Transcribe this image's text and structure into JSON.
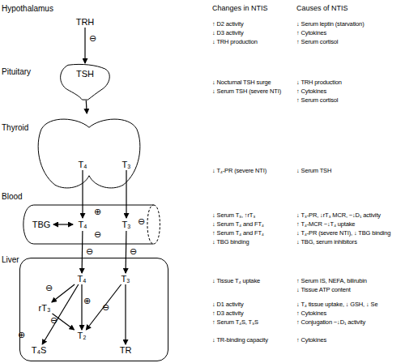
{
  "diagram": {
    "nodes": [
      {
        "text": [
          "TRH"
        ]
      },
      {
        "text": [
          "TSH"
        ]
      },
      {
        "text": []
      },
      {
        "text": [
          "T₄"
        ],
        "in": 2
      },
      {
        "text": [
          "T₃"
        ],
        "in": 2
      },
      {
        "text": []
      },
      {
        "text": [
          "TBG"
        ],
        "in": 5
      },
      {
        "text": [
          "T₄"
        ],
        "in": 5
      },
      {
        "text": [
          "T₃"
        ],
        "in": 5
      },
      {
        "text": []
      },
      {
        "text": [
          "T₄"
        ],
        "in": 9
      },
      {
        "text": [
          "T₃"
        ],
        "in": 9
      },
      {
        "text": [
          "rT₃"
        ],
        "in": 9
      },
      {
        "text": [
          "T₂"
        ],
        "in": 9
      },
      {
        "text": [
          "T₄S"
        ],
        "in": 9
      },
      {
        "text": [
          "TR"
        ],
        "in": 9
      }
    ],
    "edges": [
      {
        "from": 0,
        "to": 1,
        "arrow": "to"
      },
      {
        "from": 1,
        "to": 2,
        "arrow": "to"
      },
      {
        "from": 3,
        "to": 7,
        "arrow": "to"
      },
      {
        "from": 4,
        "to": 8,
        "arrow": "to"
      },
      {
        "from": 6,
        "to": 7,
        "arrow": "both"
      },
      {
        "from": 7,
        "to": 10,
        "arrow": "to"
      },
      {
        "from": 8,
        "to": 11,
        "arrow": "to"
      },
      {
        "from": 10,
        "to": 12,
        "arrow": "to"
      },
      {
        "from": 10,
        "to": 13,
        "arrow": "to"
      },
      {
        "from": 12,
        "to": 13,
        "arrow": "to"
      },
      {
        "from": 11,
        "to": 13,
        "arrow": "to"
      },
      {
        "from": 10,
        "to": 14,
        "arrow": "to"
      },
      {
        "from": 11,
        "to": 15,
        "arrow": "to"
      }
    ],
    "labels": [
      "Hypothalamus",
      "Pituitary",
      "Thyroid",
      "Blood",
      "Liver",
      "Changes in NTIS",
      "Causes of NTIS",
      "↑ D2 activity",
      "↓ D3 activity",
      "↓ TRH production",
      "↓ Serum leptin (starvation)",
      "↑ Cytokines",
      "↑ Serum cortisol",
      "↓ Nocturnal TSH surge",
      "↓ Serum TSH (severe NTI)",
      "↓ TRH production",
      "↑ Cytokines",
      "↑ Serum cortisol",
      "↓ T₄-PR (severe NTI)",
      "↓ Serum TSH",
      "↓ Serum T₃, ↑rT₃",
      "↓ Serum T₄ and FT₄",
      "↑ Serum T₄ and FT₄",
      "↓ TBG binding",
      "↓ T₃-PR, ↓rT₃ MCR, ~↓D₁ activity",
      "↑ T₄-MCR ~↓T₄ uptake",
      "↓ T₄-PR (severe NTI), ↓ TBG binding",
      "↓ TBG, serum inhibitors",
      "↓ Tissue T₄ uptake",
      "↑ Serum IS, NEFA, bilirubin",
      "↓ Tissue ATP content",
      "↓ D1 activity",
      "↑ D3 activity",
      "↑ Serum T₄S, T₃S",
      "↓ T₄ tissue uptake, ↓ GSH, ↓ Se",
      "↑ Cytokines",
      "↑ Conjugation ~↓D₁ activity",
      "↓ TR-binding capacity",
      "↑ Cytokines",
      "⊖",
      "⊕",
      "⊖",
      "⊖",
      "⊖",
      "⊖",
      "⊖",
      "⊕",
      "⊖",
      "⊖",
      "⊕"
    ]
  }
}
